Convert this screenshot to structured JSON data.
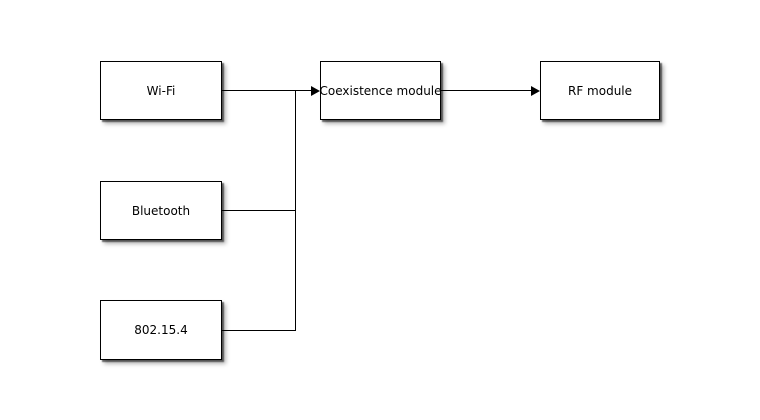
{
  "diagram": {
    "background_color": "#ffffff",
    "stroke_color": "#000000",
    "nodes": [
      {
        "id": "wifi",
        "label": "Wi-Fi"
      },
      {
        "id": "bluetooth",
        "label": "Bluetooth"
      },
      {
        "id": "zigbee",
        "label": "802.15.4"
      },
      {
        "id": "coexistence",
        "label": "Coexistence module"
      },
      {
        "id": "rf",
        "label": "RF module"
      }
    ],
    "edges": [
      {
        "from": "wifi",
        "to": "coexistence",
        "arrow": true
      },
      {
        "from": "bluetooth",
        "to": "coexistence",
        "arrow": true
      },
      {
        "from": "zigbee",
        "to": "coexistence",
        "arrow": true
      },
      {
        "from": "coexistence",
        "to": "rf",
        "arrow": true
      }
    ]
  }
}
